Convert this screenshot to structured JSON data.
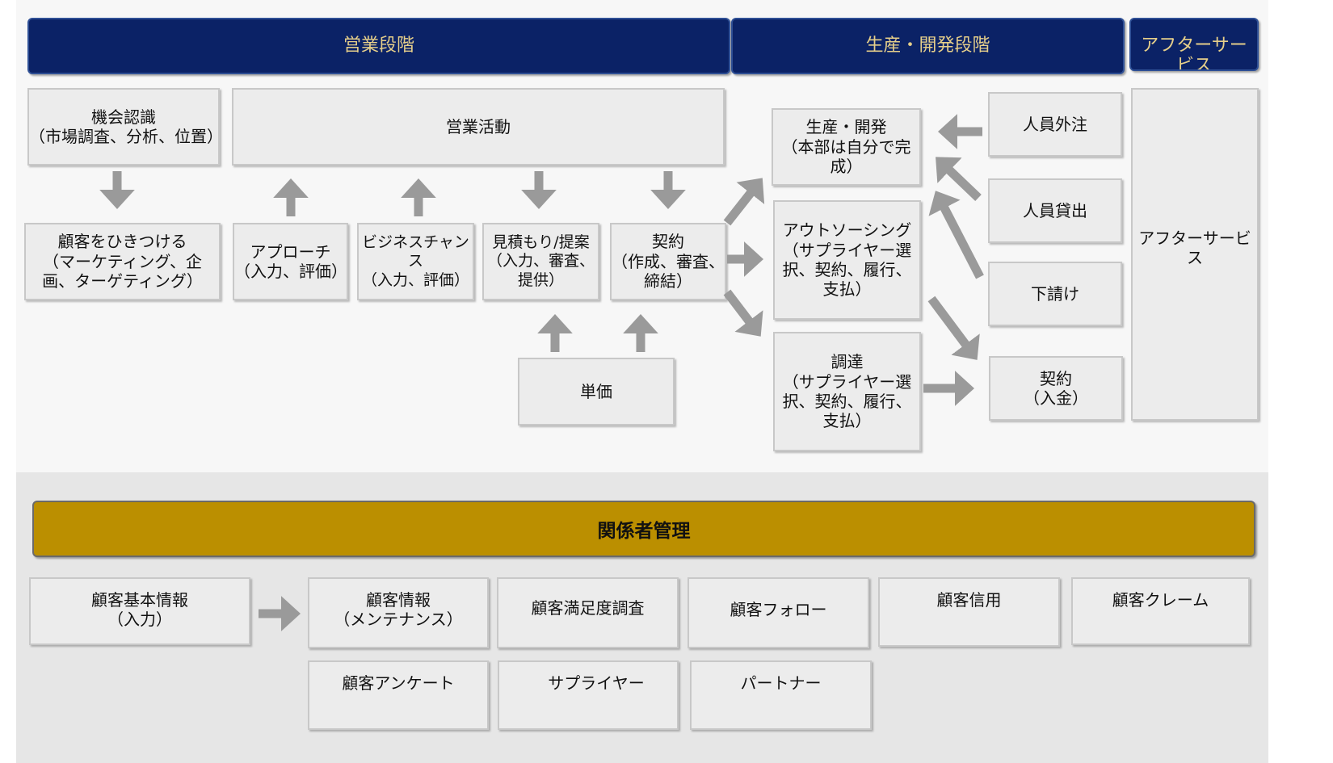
{
  "headers": {
    "sales": "営業段階",
    "production": "生産・開発段階",
    "after": "アフターサービス"
  },
  "sales": {
    "opportunity": "機会認識\n（市場調査、分析、位置）",
    "activity": "営業活動",
    "attract": "顧客をひきつける\n（マーケティング、企画、ターゲティング）",
    "approach": "アプローチ\n（入力、評価）",
    "chance": "ビジネスチャンス\n（入力、評価）",
    "estimate": "見積もり/提案\n（入力、審査、提供）",
    "contract": "契約\n（作成、審査、締結）",
    "unit_price": "単価"
  },
  "production": {
    "develop": "生産・開発\n（本部は自分で完成）",
    "outsourcing": "アウトソーシング\n（サプライヤー選択、契約、履行、支払）",
    "procurement": "調達\n（サプライヤー選択、契約、履行、支払）",
    "staff_out": "人員外注",
    "staff_lend": "人員貸出",
    "subcontract": "下請け",
    "payment": "契約\n（入金）"
  },
  "after": {
    "service": "アフターサービス"
  },
  "stakeholder": {
    "title": "関係者管理",
    "basic": "顧客基本情報\n（入力）",
    "info": "顧客情報\n（メンテナンス）",
    "satisfaction": "顧客満足度調査",
    "follow": "顧客フォロー",
    "credit": "顧客信用",
    "claim": "顧客クレーム",
    "survey": "顧客アンケート",
    "supplier": "サプライヤー",
    "partner": "パートナー"
  },
  "colors": {
    "header_bg": "#0b2266",
    "header_text": "#e6cf8a",
    "gold_bg": "#bb8f00",
    "arrow": "#9a9a9a",
    "box_bg": "#ececec"
  }
}
